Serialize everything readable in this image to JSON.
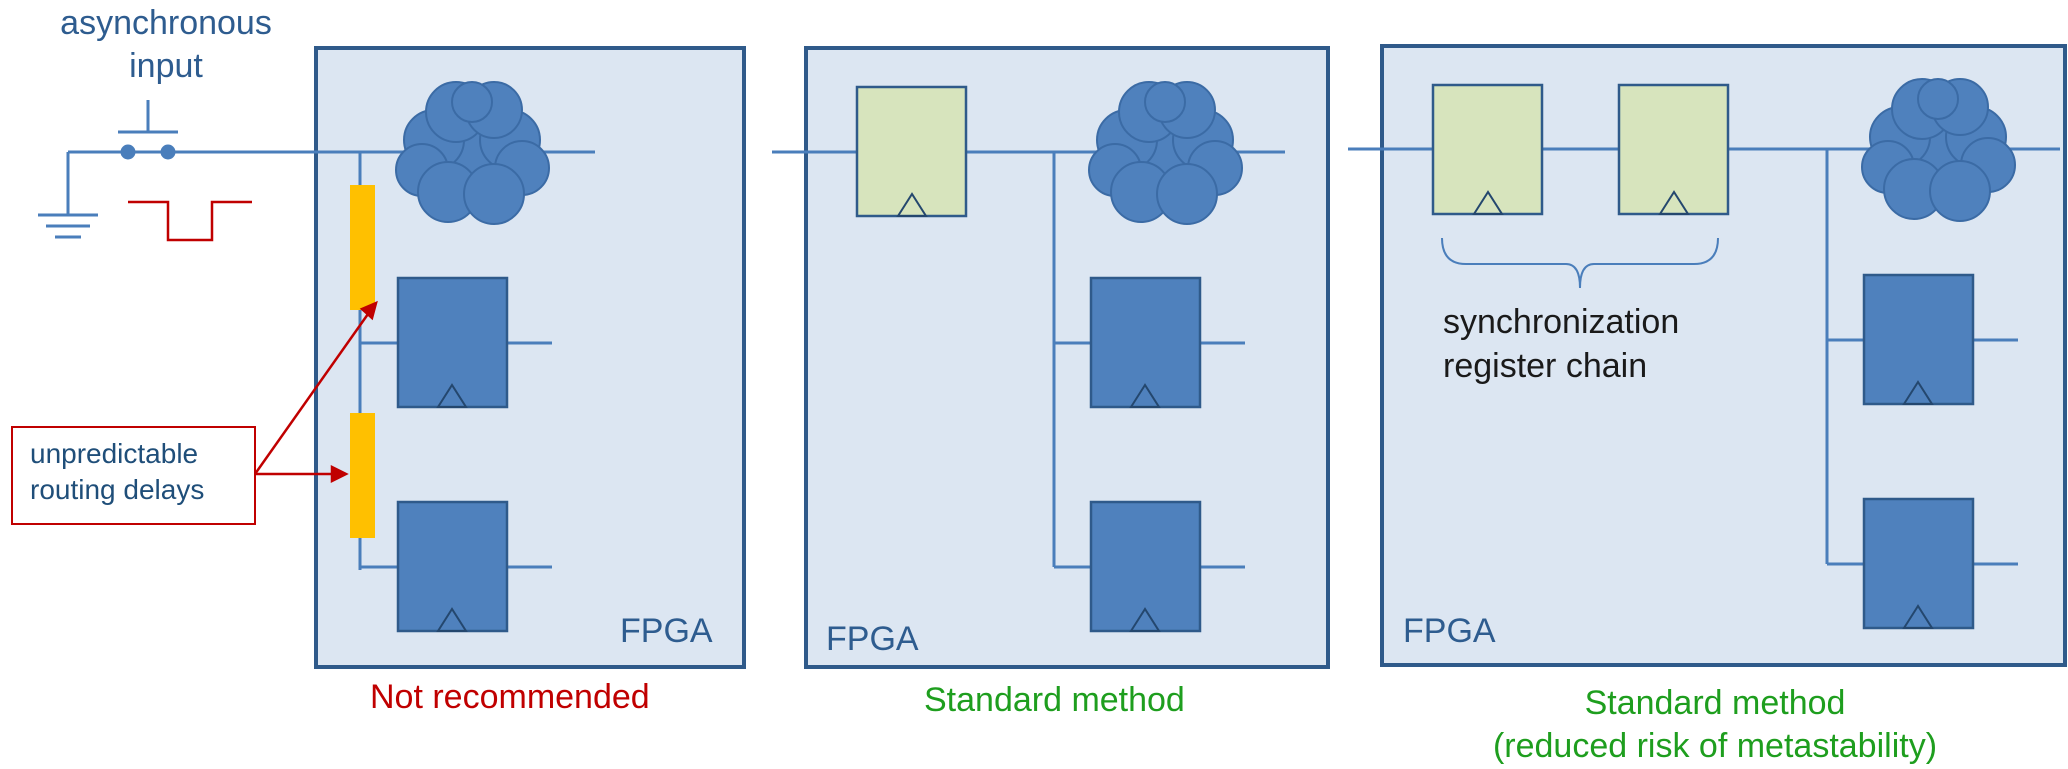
{
  "input_label": [
    "asynchronous",
    "input"
  ],
  "panels": [
    {
      "fpga_label": "FPGA",
      "caption": "Not recommended"
    },
    {
      "fpga_label": "FPGA",
      "caption": "Standard method"
    },
    {
      "fpga_label": "FPGA",
      "caption": "Standard method",
      "caption_sub": "(reduced risk of metastability)"
    }
  ],
  "callout": {
    "line1": "unpredictable",
    "line2": "routing delays"
  },
  "sync_chain": {
    "line1": "synchronization",
    "line2": "register chain"
  },
  "colors": {
    "fpga_fill": "#DCE6F2",
    "fpga_border": "#2F5A8A",
    "wire": "#4A7EBB",
    "logic_fill": "#4F81BD",
    "register_fill": "#D7E4BD",
    "delay_bar": "#FFC000",
    "not_recommended": "#C00000",
    "recommended": "#1E9E1E",
    "text_blue": "#2E5C8F"
  }
}
